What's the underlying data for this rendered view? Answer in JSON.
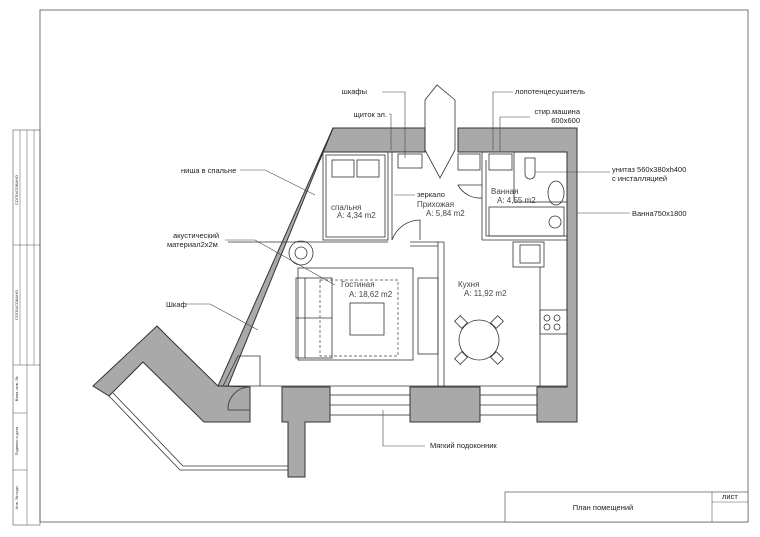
{
  "title_block": {
    "title": "План помещений",
    "sheet_label": "лист"
  },
  "side_stamp": {
    "agreed_1": "СОГЛАСОВАНО",
    "agreed_2": "СОГЛАСОВАНО",
    "replaced_inv": "Взам. инв. №",
    "signature_date": "Подпись и дата",
    "inv_original": "Инв. № подл."
  },
  "annotations": {
    "wardrobes": "шкафы",
    "electrical_panel": "щиток эл.",
    "towel_dryer": "лопотенцесушитель",
    "washer_1": "стир.машина",
    "washer_2": "600x600",
    "bedroom_niche": "ниша в спальне",
    "mirror": "зеркало",
    "toilet_1": "унитаз  560x380xh400",
    "toilet_2": "с инсталляцией",
    "bathtub": "Ванна750x1800",
    "acoustic_1": "акустический",
    "acoustic_2": "материал2x2м",
    "closet": "Шкаф",
    "soft_sill": "Мягкий подоконник"
  },
  "rooms": {
    "bedroom": {
      "name": "спальня",
      "area": "A: 4,34 m2"
    },
    "hallway": {
      "name": "Прихожая",
      "area": "A: 5,84 m2"
    },
    "bathroom": {
      "name": "Ванная",
      "area": "A: 4,55 m2"
    },
    "living": {
      "name": "Гостиная",
      "area": "A: 18,62 m2"
    },
    "kitchen": {
      "name": "Кухня",
      "area": "A: 11,92 m2"
    }
  }
}
